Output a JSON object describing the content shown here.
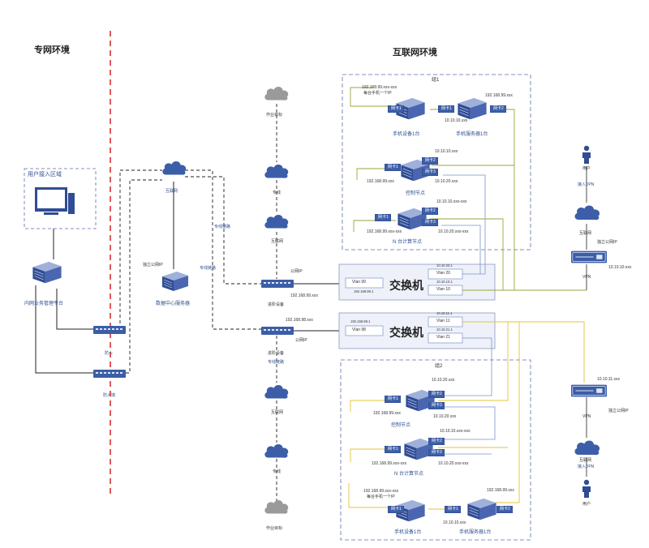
{
  "titles": {
    "private_net": "专网环境",
    "internet_env": "互联网环境",
    "user_access_area": "用户接入区域",
    "switch1": "交换机",
    "switch2": "交换机"
  },
  "left": {
    "platform": "内网业务管理平台",
    "fw_top": "防火",
    "fw_bottom": "防火墙",
    "internet_cloud": "互联网",
    "dc_server": "数据中心服务器",
    "dc_public_ip": "独立公网IP",
    "line_a": "专线链路",
    "line_b": "专线链路"
  },
  "middle": {
    "carrier_top": "作业目标",
    "isp1": "专线",
    "inet1": "互联网",
    "gw1": "进阶设备",
    "gw1_ip": "192.168.99.xxx",
    "pub_ip1": "公网IP",
    "gw2": "进阶设备",
    "gw2_ip": "192.168.98.xxx",
    "pub_ip2": "公网IP",
    "line_c": "专线链路",
    "inet2": "互联网",
    "isp2": "专线",
    "carrier_bottom": "作业目标"
  },
  "switch1": {
    "vlan_left": "Vlan 99",
    "vlan_left_ip": "192.168.99.1",
    "vlan_right_top": "Vlan 20",
    "vlan_right_top_ip": "10.10.20.1",
    "vlan_right_bottom": "Vlan 10",
    "vlan_right_bottom_ip": "10.10.10.1"
  },
  "switch2": {
    "vlan_left": "Vlan 98",
    "vlan_left_ip": "192.168.98.1",
    "vlan_right_top": "Vlan 11",
    "vlan_right_top_ip": "10.10.11.1",
    "vlan_right_bottom": "Vlan 21",
    "vlan_right_bottom_ip": "10.10.21.1"
  },
  "group1": {
    "name": "组1",
    "phone_dev": "手机设备1台",
    "phone_dev_ip": "192.168.99.xxx-xxx",
    "phone_dev_note": "每台手机一个IP",
    "phone_dev_nic": "网卡1",
    "phone_srv": "手机服务器1台",
    "phone_srv_ip": "192.168.99.xxx",
    "phone_srv_ip2": "10.10.10.xxx",
    "phone_srv_nic1": "网卡1",
    "phone_srv_nic2": "网卡2",
    "ctrl": "控制节点",
    "ctrl_ip1": "10.10.10.xxx",
    "ctrl_ip2": "192.168.99.xxx",
    "ctrl_ip3": "10.10.20.xxx",
    "ctrl_nic1": "网卡1",
    "ctrl_nic2": "网卡2",
    "ctrl_nic3": "网卡3",
    "compute": "N 台计算节点",
    "compute_ip1": "10.10.10.xxx-xxx",
    "compute_ip2": "192.168.99.xxx-xxx",
    "compute_ip3": "10.10.20.xxx-xxx",
    "compute_nic1": "网卡1",
    "compute_nic2": "网卡2",
    "compute_nic3": "网卡3"
  },
  "group2": {
    "name": "组2",
    "ctrl": "控制节点",
    "ctrl_ip1": "10.10.20.xxx",
    "ctrl_ip2": "192.168.99.xxx",
    "ctrl_ip3": "10.10.20.xxx",
    "ctrl_nic1": "网卡1",
    "ctrl_nic2": "网卡2",
    "ctrl_nic3": "网卡3",
    "compute": "N 台计算节点",
    "compute_ip1": "10.10.10.xxx-xxx",
    "compute_ip2": "192.168.99.xxx-xxx",
    "compute_ip3": "10.10.20.xxx-xxx",
    "compute_nic1": "网卡1",
    "compute_nic2": "网卡2",
    "compute_nic3": "网卡3",
    "phone_dev": "手机设备1台",
    "phone_dev_ip": "192.168.99.xxx-xxx",
    "phone_dev_note": "每台手机一个IP",
    "phone_dev_nic": "网卡1",
    "phone_srv": "手机服务器1台",
    "phone_srv_ip": "192.168.99.xxx",
    "phone_srv_ip2": "10.10.10.xxx",
    "phone_srv_nic1": "网卡1",
    "phone_srv_nic2": "网卡2"
  },
  "right": {
    "user1": "用户",
    "user1_access": "接入VPN",
    "inet1": "互联网",
    "vpn1_ip_label": "独立公网IP",
    "vpn1_ip": "10.10.10.xxx",
    "vpn1": "VPN",
    "vpn2_ip": "10.10.11.xxx",
    "vpn2_ip_label": "独立公网IP",
    "vpn2": "VPN",
    "inet2": "互联网",
    "user2_access": "接入VPN",
    "user2": "用户"
  },
  "colors": {
    "red_divider": "#d9302c",
    "dark_line": "#222222",
    "olive_line": "#9aa53b",
    "yellow_line": "#e3c534",
    "blue_line": "#7b93c8",
    "group_border": "#5b6fa6",
    "switch_fill": "#eef1fa",
    "cloud_blue": "#3c5ea8",
    "cloud_grey": "#9a9a9a"
  }
}
